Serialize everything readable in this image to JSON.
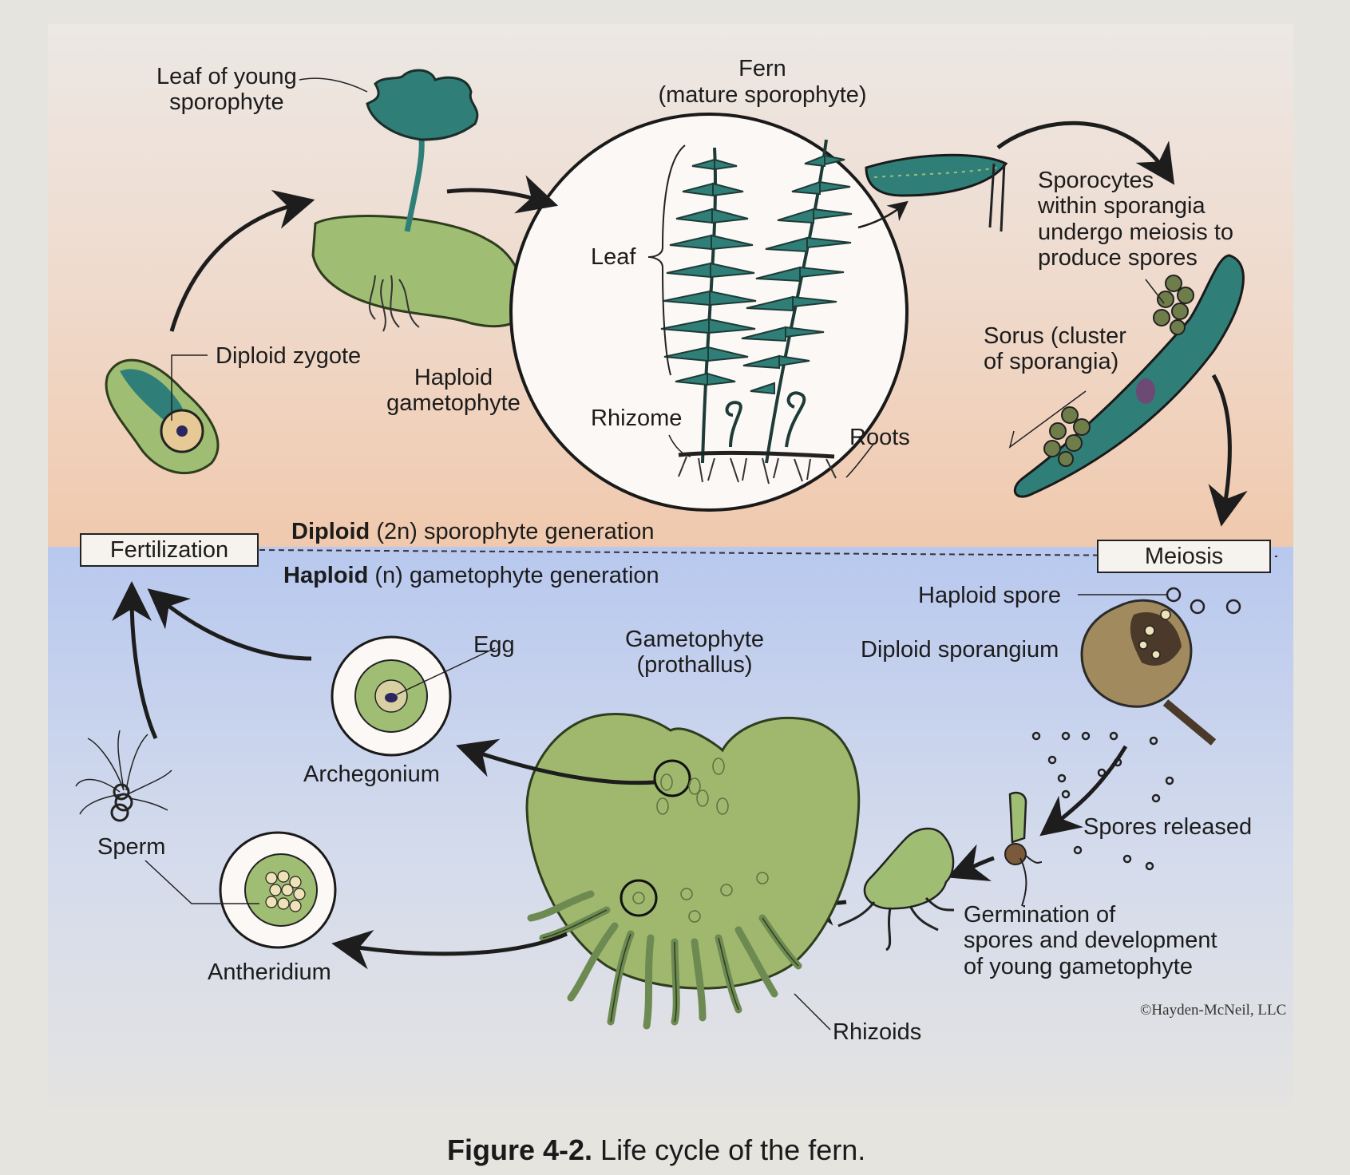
{
  "diagram": {
    "labels": {
      "leaf_young_sporophyte": "Leaf of young\nsporophyte",
      "fern_title": "Fern",
      "fern_subtitle": "(mature sporophyte)",
      "leaf": "Leaf",
      "rhizome": "Rhizome",
      "roots": "Roots",
      "sporocytes": "Sporocytes\nwithin sporangia\nundergo meiosis to\nproduce spores",
      "sorus": "Sorus (cluster\nof sporangia)",
      "diploid_zygote": "Diploid zygote",
      "haploid_gametophyte": "Haploid\ngametophyte",
      "fertilization": "Fertilization",
      "meiosis": "Meiosis",
      "diploid_word": "Diploid",
      "diploid_rest": " (2n) sporophyte generation",
      "haploid_word": "Haploid",
      "haploid_rest": " (n) gametophyte generation",
      "haploid_spore": "Haploid spore",
      "diploid_sporangium": "Diploid sporangium",
      "egg": "Egg",
      "gametophyte_prothallus": "Gametophyte\n(prothallus)",
      "archegonium": "Archegonium",
      "sperm": "Sperm",
      "antheridium": "Antheridium",
      "spores_released": "Spores released",
      "germination": "Germination of\nspores and development\nof young gametophyte",
      "rhizoids": "Rhizoids"
    },
    "credit": "©Hayden-McNeil, LLC",
    "caption_bold": "Figure 4-2.",
    "caption_rest": " Life cycle of the fern."
  },
  "colors": {
    "diploid_band": "#f0cdb4",
    "haploid_band": "#bccbec",
    "plant_dark": "#2f7f78",
    "plant_light": "#9bb870",
    "prothallus": "#9fb86e"
  }
}
